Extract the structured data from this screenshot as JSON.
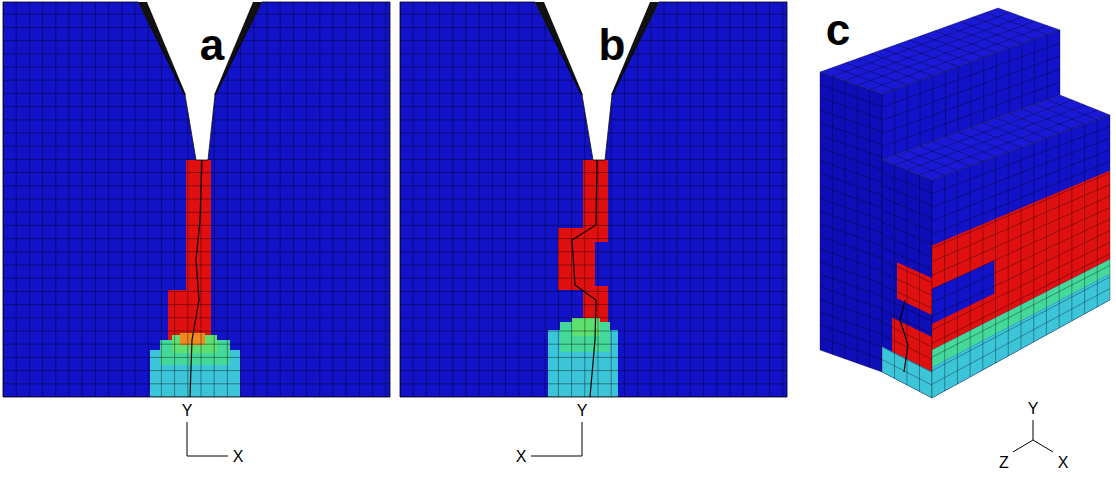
{
  "diagram": {
    "labels": [
      "a",
      "b",
      "c",
      "Y",
      "X",
      "Y",
      "X",
      "Y",
      "Z",
      "X"
    ]
  }
}
